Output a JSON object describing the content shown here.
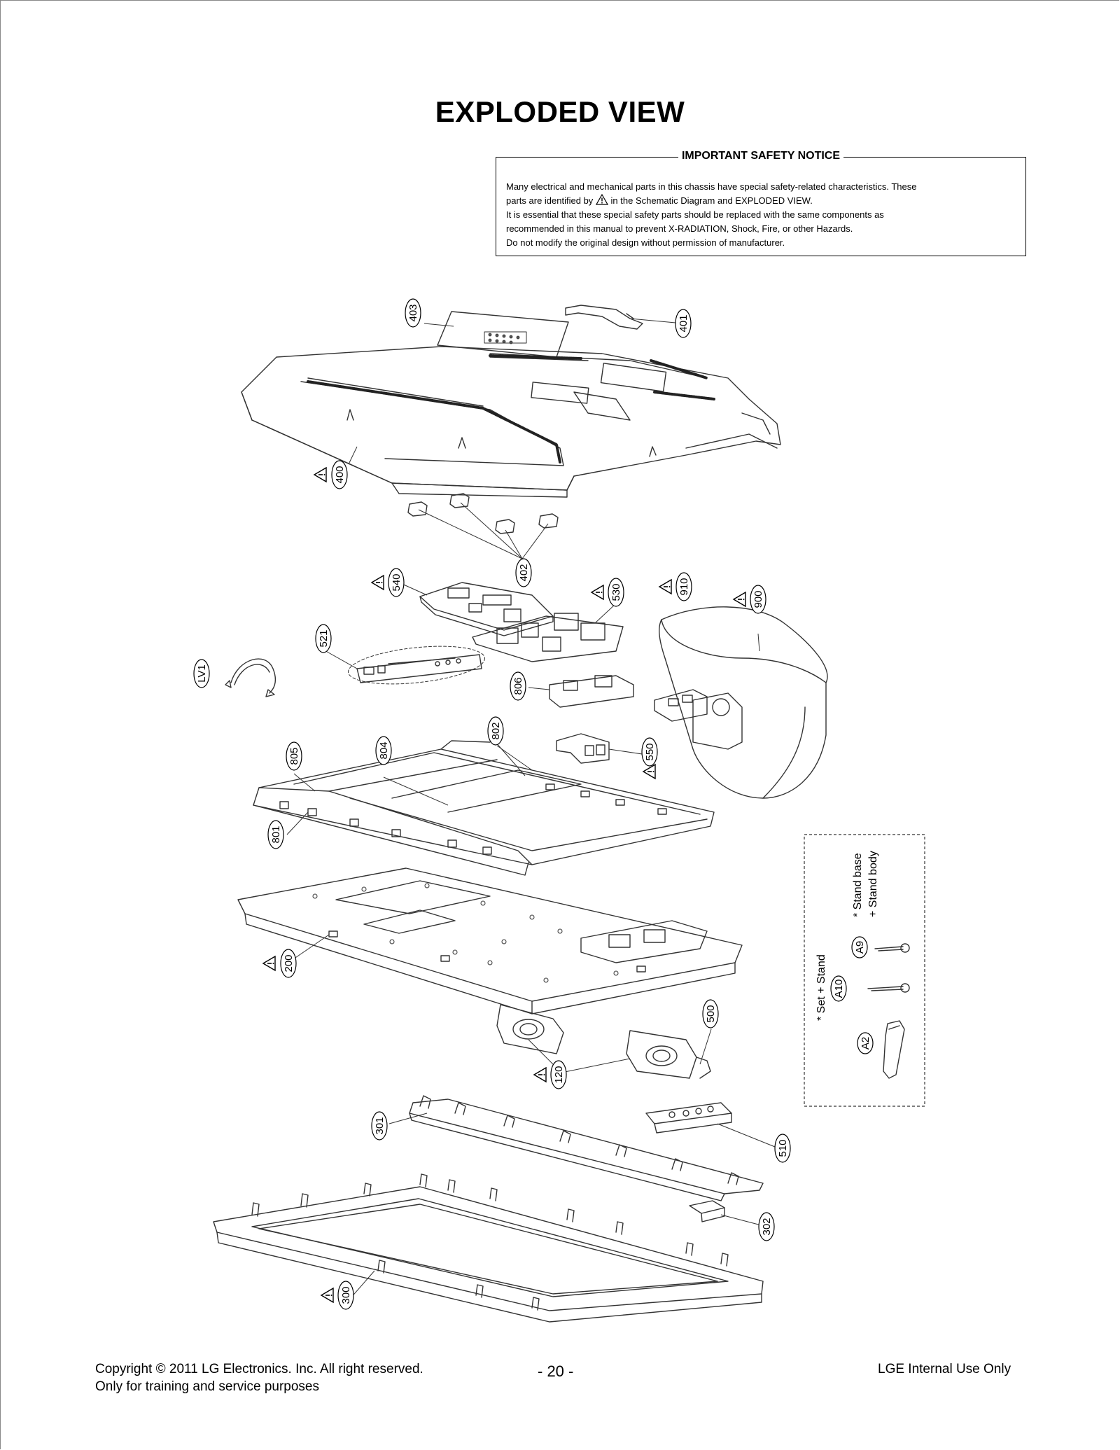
{
  "page": {
    "title": "EXPLODED VIEW"
  },
  "notice": {
    "heading": "IMPORTANT SAFETY NOTICE",
    "line1": "Many electrical and mechanical parts in this chassis have special safety-related characteristics. These",
    "line2a": "parts are identified by",
    "line2b": "in the Schematic Diagram and EXPLODED VIEW.",
    "line3": "It is essential that these special safety parts should be replaced with the same components as",
    "line4": "recommended in this manual to prevent X-RADIATION, Shock, Fire, or other Hazards.",
    "line5": "Do not modify the original design without permission of manufacturer."
  },
  "parts": {
    "p403": "403",
    "p401": "401",
    "p400": "400",
    "p402": "402",
    "p540": "540",
    "p530": "530",
    "p910": "910",
    "p900": "900",
    "p521": "521",
    "lv1": "LV1",
    "p806": "806",
    "p802": "802",
    "p550": "550",
    "p805": "805",
    "p804": "804",
    "p801": "801",
    "p200": "200",
    "p500": "500",
    "p120": "120",
    "p301": "301",
    "p510": "510",
    "p302": "302",
    "p300": "300",
    "a9": "A9",
    "a10": "A10",
    "a2": "A2"
  },
  "stand_box": {
    "note1": "* Stand base",
    "note2": "+ Stand body",
    "note3": "* Set + Stand"
  },
  "footer": {
    "copyright": "Copyright  © 2011 LG Electronics. Inc. All right reserved.",
    "purpose": "Only for training and service purposes",
    "page_number": "- 20 -",
    "internal": "LGE Internal Use Only"
  }
}
